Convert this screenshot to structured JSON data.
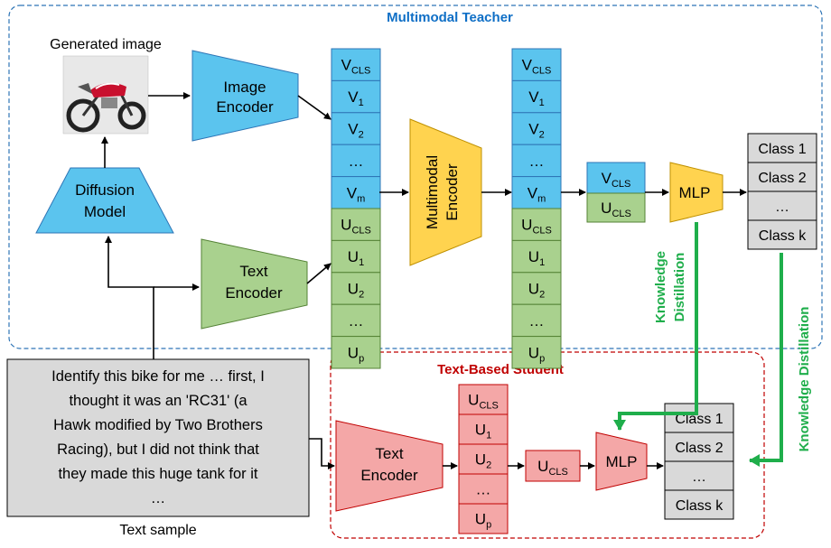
{
  "teacher": {
    "title": "Multimodal Teacher",
    "generated_image_label": "Generated image",
    "diffusion_model": [
      "Diffusion",
      "Model"
    ],
    "image_encoder": [
      "Image",
      "Encoder"
    ],
    "text_encoder": [
      "Text",
      "Encoder"
    ],
    "multimodal_encoder": [
      "Multimodal",
      "Encoder"
    ],
    "mlp": "MLP"
  },
  "tokens": {
    "v": [
      {
        "base": "V",
        "sub": "CLS"
      },
      {
        "base": "V",
        "sub": "1"
      },
      {
        "base": "V",
        "sub": "2"
      },
      {
        "base": "…",
        "sub": ""
      },
      {
        "base": "V",
        "sub": "m"
      }
    ],
    "u": [
      {
        "base": "U",
        "sub": "CLS"
      },
      {
        "base": "U",
        "sub": "1"
      },
      {
        "base": "U",
        "sub": "2"
      },
      {
        "base": "…",
        "sub": ""
      },
      {
        "base": "U",
        "sub": "p"
      }
    ],
    "v_cls": {
      "base": "V",
      "sub": "CLS"
    },
    "u_cls": {
      "base": "U",
      "sub": "CLS"
    }
  },
  "classes": [
    "Class 1",
    "Class 2",
    "…",
    "Class k"
  ],
  "student": {
    "title": "Text-Based Student",
    "text_encoder": [
      "Text",
      "Encoder"
    ],
    "mlp": "MLP"
  },
  "distillation": {
    "label_1": [
      "Knowledge",
      "Distillation"
    ],
    "label_2": "Knowledge Distillation"
  },
  "text_sample": {
    "lines": [
      "Identify this bike for me … first, I",
      "thought it was an 'RC31' (a",
      "Hawk modified by Two Brothers",
      "Racing), but I did not think that",
      "they made this huge tank for it",
      "…"
    ],
    "caption": "Text sample"
  },
  "colors": {
    "blue": "#5bc4ee",
    "green": "#a9d18e",
    "yellow": "#ffd34f",
    "pink": "#f4a7a7",
    "gray": "#d9d9d9",
    "teacher_border": "#2e75b6",
    "teacher_title": "#0f6fc6",
    "student_border": "#c00000",
    "student_title": "#c00000",
    "distill_green": "#1fae4b"
  }
}
